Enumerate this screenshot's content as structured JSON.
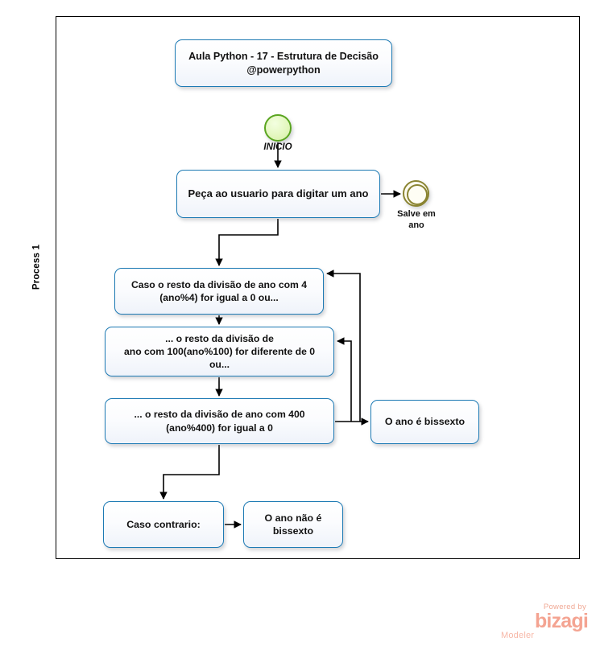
{
  "diagram": {
    "type": "bpmn-flowchart",
    "pool": {
      "lane_label": "Process 1"
    },
    "title_box": {
      "line1": "Aula Python - 17 - Estrutura de Decisão",
      "line2": "@powerpython"
    },
    "start_event": {
      "label": "INICIO",
      "icon": "start-event-circle",
      "border_color": "#5aa520",
      "fill_color": "#e4f7c0"
    },
    "intermediate_event": {
      "label_line1": "Salve em",
      "label_line2": "ano",
      "icon": "intermediate-event-double-circle",
      "border_color": "#8a8432",
      "fill_color": "#fdfbef"
    },
    "tasks": [
      {
        "id": "task-ask",
        "text": "Peça ao usuario para digitar um ano"
      },
      {
        "id": "cond-1",
        "line1": "Caso o resto da divisão de ano com 4",
        "line2": "(ano%4) for igual a 0 ou..."
      },
      {
        "id": "cond-2",
        "line1": "... o resto da divisão de",
        "line2": "ano com 100(ano%100) for diferente de 0",
        "line3": "ou..."
      },
      {
        "id": "cond-3",
        "line1": "... o resto da divisão de ano com 400",
        "line2": "(ano%400) for igual a 0"
      },
      {
        "id": "result-leap",
        "text": "O ano é bissexto"
      },
      {
        "id": "case-else",
        "text": "Caso contrario:"
      },
      {
        "id": "result-notleap",
        "line1": "O ano não é",
        "line2": "bissexto"
      }
    ],
    "colors": {
      "task_border": "#1d7ab4",
      "task_fill": "#f2f5fb",
      "connector": "#000000",
      "frame": "#000000"
    }
  },
  "watermark": {
    "powered_by": "Powered by",
    "brand": "bizagi",
    "product": "Modeler",
    "color": "#f4a492"
  }
}
